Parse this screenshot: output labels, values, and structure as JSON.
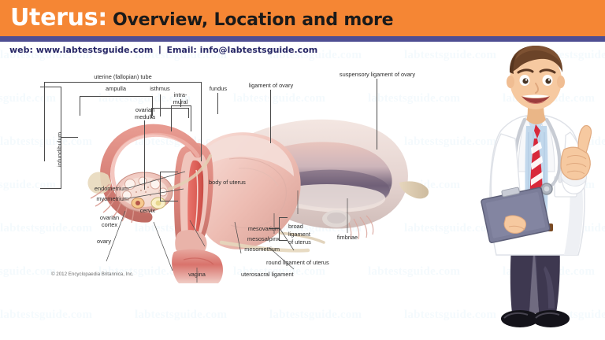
{
  "header": {
    "title_main": "Uterus:",
    "title_sub": "Overview, Location and more",
    "bg_color": "#f58634",
    "divider_color": "#4e4e92"
  },
  "subheader": {
    "web_label": "web:  www.labtestsguide.com",
    "separator": "|",
    "email_label": "Email: info@labtestsguide.com",
    "text_color": "#272766"
  },
  "watermark": {
    "text": "labtestsguide.com",
    "color": "#f4fafd"
  },
  "diagram": {
    "copyright": "© 2012 Encyclopaedia Britannica, Inc.",
    "labels": {
      "uterine_tube": "uterine (fallopian) tube",
      "ampulla": "ampulla",
      "isthmus": "isthmus",
      "intramural_1": "intra-",
      "intramural_2": "mural",
      "fundus": "fundus",
      "ligament_of_ovary": "ligament of ovary",
      "suspensory_ligament": "suspensory ligament of ovary",
      "infundibulum": "infundibulum",
      "ovarian_medulla_1": "ovarian",
      "ovarian_medulla_2": "medulla",
      "endometrium": "endometrium",
      "myometrium": "myometrium",
      "cervix": "cervix",
      "ovarian_cortex_1": "ovarian",
      "ovarian_cortex_2": "cortex",
      "ovary": "ovary",
      "body_of_uterus": "body of uterus",
      "vagina": "vagina",
      "uterosacral_ligament": "uterosacral ligament",
      "round_ligament": "round ligament of uterus",
      "mesometrium": "mesometrium",
      "mesosalpinx": "mesosalpinx",
      "mesovarium": "mesovarium",
      "broad_ligament_1": "broad",
      "broad_ligament_2": "ligament",
      "broad_ligament_3": "of uterus",
      "fimbriae": "fimbriae"
    }
  },
  "doctor": {
    "alt": "cartoon doctor giving thumbs up holding clipboard",
    "coat_color": "#ffffff",
    "tie_color": "#d8283a",
    "trouser_color": "#3e3850",
    "skin_color": "#f6c9a0",
    "hair_color": "#6b4328"
  }
}
